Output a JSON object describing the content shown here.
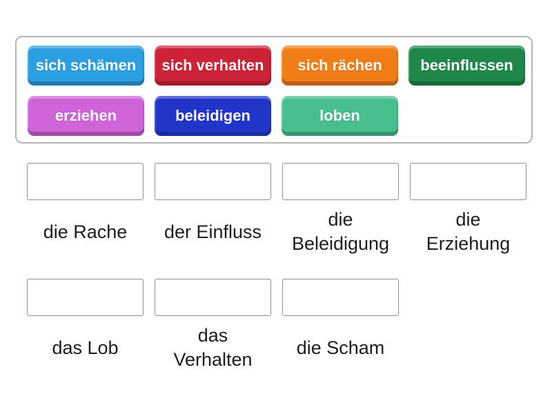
{
  "tray": {
    "chips": [
      {
        "label": "sich schämen",
        "color": "#2b9fe1"
      },
      {
        "label": "sich verhalten",
        "color": "#cc2338"
      },
      {
        "label": "sich rächen",
        "color": "#f07d15"
      },
      {
        "label": "beeinflussen",
        "color": "#1e8749"
      },
      {
        "label": "erziehen",
        "color": "#cf63d8"
      },
      {
        "label": "beleidigen",
        "color": "#2136c9"
      },
      {
        "label": "loben",
        "color": "#48bd8d"
      }
    ]
  },
  "targets": {
    "row1": [
      {
        "label": "die Rache"
      },
      {
        "label": "der Einfluss"
      },
      {
        "label": "die\nBeleidigung"
      },
      {
        "label": "die\nErziehung"
      }
    ],
    "row2": [
      {
        "label": "das Lob"
      },
      {
        "label": "das\nVerhalten"
      },
      {
        "label": "die Scham"
      }
    ]
  },
  "colors": {
    "tray_border": "#b5b5b5",
    "dropzone_border": "#8f8f8f",
    "label_text": "#1d1d1d",
    "chip_text": "#ffffff",
    "background": "#ffffff"
  }
}
